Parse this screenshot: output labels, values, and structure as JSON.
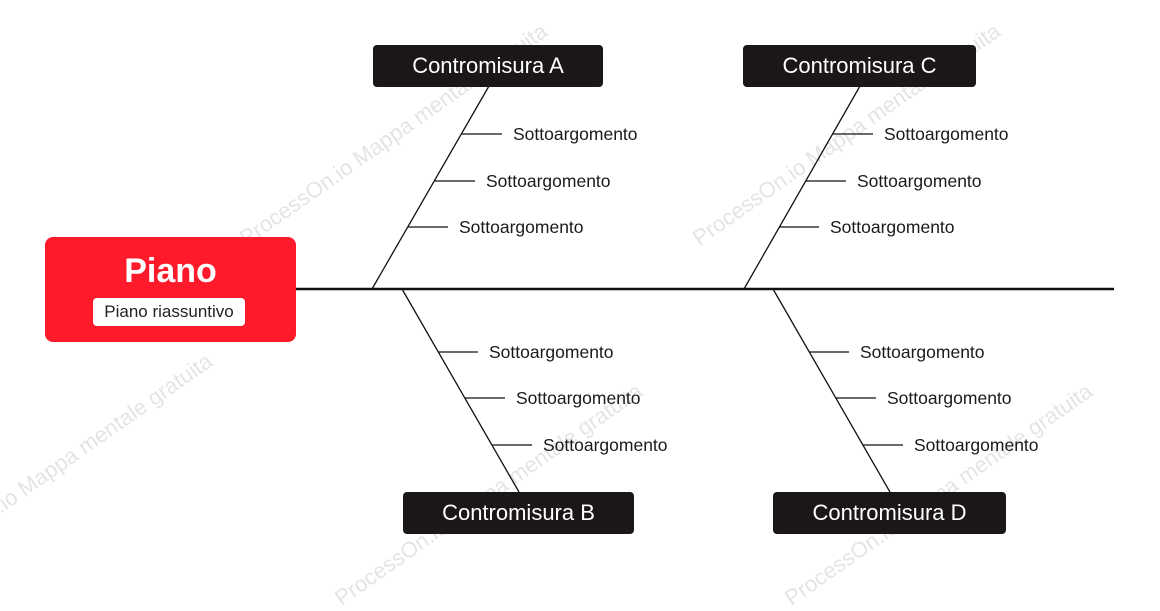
{
  "root": {
    "title": "Piano",
    "subtitle": "Piano riassuntivo",
    "color": "#ff1a2b"
  },
  "watermark": "ProcessOn.io Mappa mentale gratuita",
  "branches": [
    {
      "label": "Contromisura A",
      "topics": [
        "Sottoargomento",
        "Sottoargomento",
        "Sottoargomento"
      ]
    },
    {
      "label": "Contromisura B",
      "topics": [
        "Sottoargomento",
        "Sottoargomento",
        "Sottoargomento"
      ]
    },
    {
      "label": "Contromisura C",
      "topics": [
        "Sottoargomento",
        "Sottoargomento",
        "Sottoargomento"
      ]
    },
    {
      "label": "Contromisura D",
      "topics": [
        "Sottoargomento",
        "Sottoargomento",
        "Sottoargomento"
      ]
    }
  ],
  "colors": {
    "branch_bg": "#1c1717",
    "line": "#111111"
  }
}
